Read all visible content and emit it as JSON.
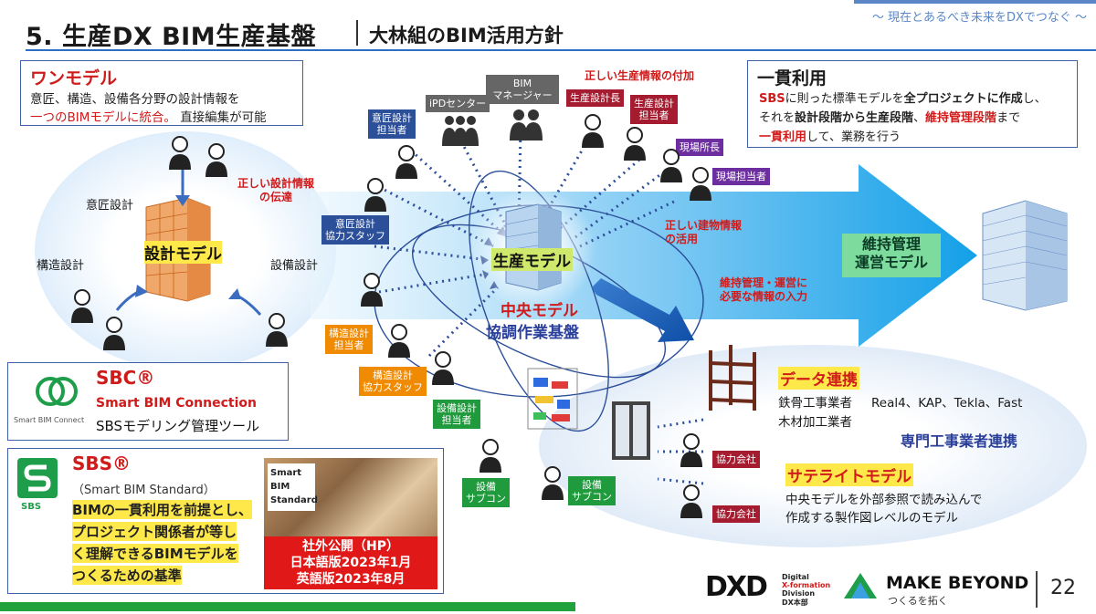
{
  "header": {
    "title": "5. 生産DX BIM生産基盤",
    "subtitle": "大林組のBIM活用方針",
    "tagline": "～ 現在とあるべき未来をDXでつなぐ ～"
  },
  "one_model": {
    "title": "ワンモデル",
    "line1": "意匠、構造、設備各分野の設計情報を",
    "line2_red": "一つのBIMモデルに統合。",
    "line2_rest": "直接編集が可能"
  },
  "consistent_use": {
    "title": "一貫利用",
    "l1a": "SBS",
    "l1b": "に則った標準モデルを",
    "l1c": "全プロジェクトに作成",
    "l1d": "し、",
    "l2a": "それを",
    "l2b": "設計段階から生産段階",
    "l2c": "、",
    "l2d": "維持管理段階",
    "l2e": "まで",
    "l3a": "一貫利用",
    "l3b": "して、業務を行う"
  },
  "design_circle": {
    "design_model": "設計モデル",
    "arch": "意匠設計",
    "struct": "構造設計",
    "mep": "設備設計",
    "note": "正しい設計情報\nの伝達"
  },
  "center": {
    "production_model": "生産モデル",
    "central_model": "中央モデル",
    "coordination": "協調作業基盤",
    "note_prod_info": "正しい生産情報の付加",
    "note_building_info": "正しい建物情報\nの活用",
    "note_maint_info": "維持管理・運営に\n必要な情報の入力"
  },
  "maintenance_model": "維持管理\n運営モデル",
  "roles": {
    "arch_lead": "意匠設計\n担当者",
    "ipd": "iPDセンター",
    "bim_mgr": "BIM\nマネージャー",
    "prod_lead": "生産設計長",
    "prod_staff": "生産設計\n担当者",
    "site_mgr": "現場所長",
    "site_staff": "現場担当者",
    "arch_support": "意匠設計\n協力スタッフ",
    "struct_lead": "構造設計\n担当者",
    "struct_support": "構造設計\n協力スタッフ",
    "mep_lead": "設備設計\n担当者",
    "mep_sub1": "設備\nサブコン",
    "mep_sub2": "設備\nサブコン",
    "partner1": "協力会社",
    "partner2": "協力会社"
  },
  "data_link": {
    "title": "データ連携",
    "steel": "鉄骨工事業者",
    "steel_tools": "Real4、KAP、Tekla、Fast",
    "timber": "木材加工業者",
    "specialist": "専門工事業者連携"
  },
  "satellite": {
    "title": "サテライトモデル",
    "l1": "中央モデルを外部参照で読み込んで",
    "l2": "作成する製作図レベルのモデル"
  },
  "sbc": {
    "title": "SBC®",
    "name": "Smart BIM Connection",
    "desc": "SBSモデリング管理ツール",
    "logo_text": "Smart BIM Connect"
  },
  "sbs": {
    "title": "SBS®",
    "name": "（Smart BIM Standard）",
    "l1": "BIMの一貫利用を前提とし、",
    "l2": "プロジェクト関係者が等し",
    "l3": "く理解できるBIMモデルを",
    "l4": "つくるための基準",
    "logo_text": "SBS",
    "photo_l1": "Smart",
    "photo_l2": "BIM",
    "photo_l3": "Standard",
    "release_l1": "社外公開（HP）",
    "release_l2": "日本語版2023年1月",
    "release_l3": "英語版2023年8月"
  },
  "footer": {
    "dxd_logo": "DXD",
    "dxd_l1": "Digital",
    "dxd_l2": "X-formation",
    "dxd_l3": "Division",
    "dxd_l4": "DX本部",
    "make_beyond": "MAKE BEYOND",
    "make_beyond_sub": "つくるを拓く",
    "page": "22"
  },
  "colors": {
    "accent_blue": "#2d6fc4",
    "red": "#d01b1b",
    "green": "#22a23c",
    "arrow_blue": "#1aa3e8"
  }
}
